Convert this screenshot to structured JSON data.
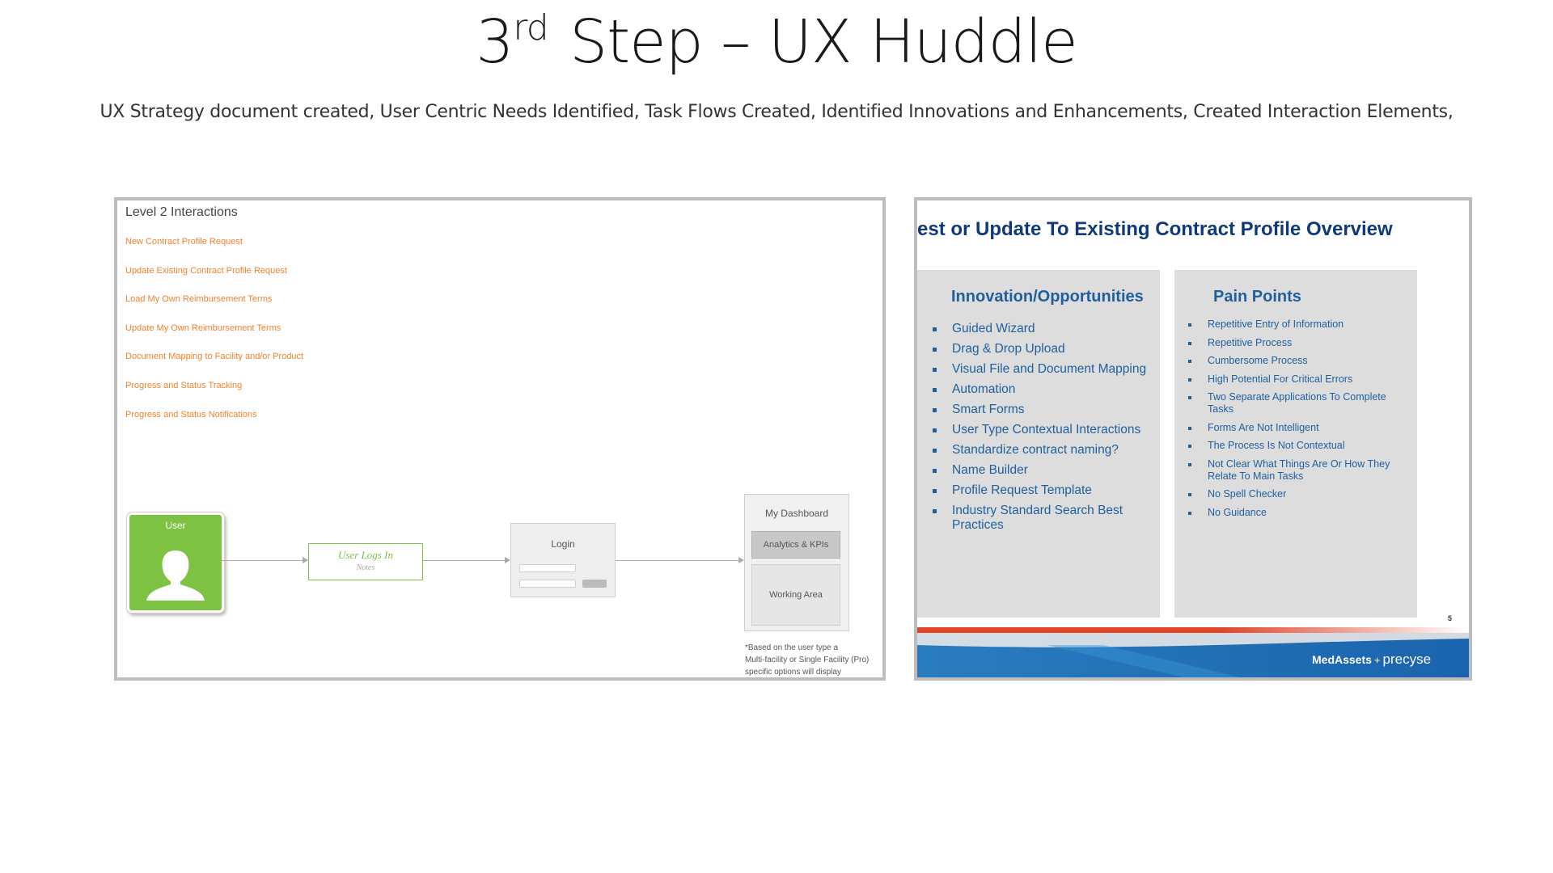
{
  "header": {
    "title_base": "3",
    "title_sup": "rd",
    "title_rest": " Step – UX Huddle",
    "subtitle": "UX Strategy document created, User Centric Needs Identified, Task Flows Created, Identified Innovations and Enhancements, Created Interaction Elements,"
  },
  "left_panel": {
    "heading": "Level 2 Interactions",
    "links": [
      "New Contract Profile Request",
      "Update Existing Contract Profile Request",
      "Load My Own Reimbursement Terms",
      "Update My Own Reimbursement Terms",
      "Document Mapping to Facility and/or Product",
      "Progress and Status Tracking",
      "Progress and Status Notifications"
    ],
    "flow": {
      "user_label": "User",
      "logs_in_label": "User Logs In",
      "logs_in_notes": "Notes",
      "login_label": "Login",
      "dashboard_label": "My Dashboard",
      "analytics_label": "Analytics & KPIs",
      "working_label": "Working Area",
      "note_lines": [
        "*Based on the user type a",
        "Multi-facility or Single Facility (Pro)",
        "specific options will display"
      ]
    }
  },
  "right_panel": {
    "title": "est or Update To Existing Contract Profile Overview",
    "innovation": {
      "heading": "Innovation/Opportunities",
      "items": [
        "Guided Wizard",
        "Drag & Drop Upload",
        "Visual File and Document Mapping",
        "Automation",
        "Smart Forms",
        "User Type Contextual Interactions",
        "Standardize contract naming?",
        "Name Builder",
        "Profile Request Template",
        "Industry Standard Search Best Practices"
      ]
    },
    "pain_points": {
      "heading": "Pain Points",
      "items": [
        "Repetitive Entry of Information",
        "Repetitive Process",
        "Cumbersome Process",
        "High Potential For Critical Errors",
        "Two Separate Applications To Complete Tasks",
        "Forms Are Not Intelligent",
        "The Process Is Not Contextual",
        "Not Clear What Things Are Or How They Relate To Main Tasks",
        "No Spell Checker",
        "No Guidance"
      ]
    },
    "page_number": "5",
    "logo_part1": "MedAssets",
    "logo_plus": "+",
    "logo_part2": "precyse"
  },
  "colors": {
    "link_orange": "#f0822e",
    "user_green": "#7dc243",
    "title_navy": "#0e3a7a",
    "list_blue": "#1f5f9e",
    "banner_blue": "#1b6fb5",
    "banner_red": "#e0452a"
  }
}
